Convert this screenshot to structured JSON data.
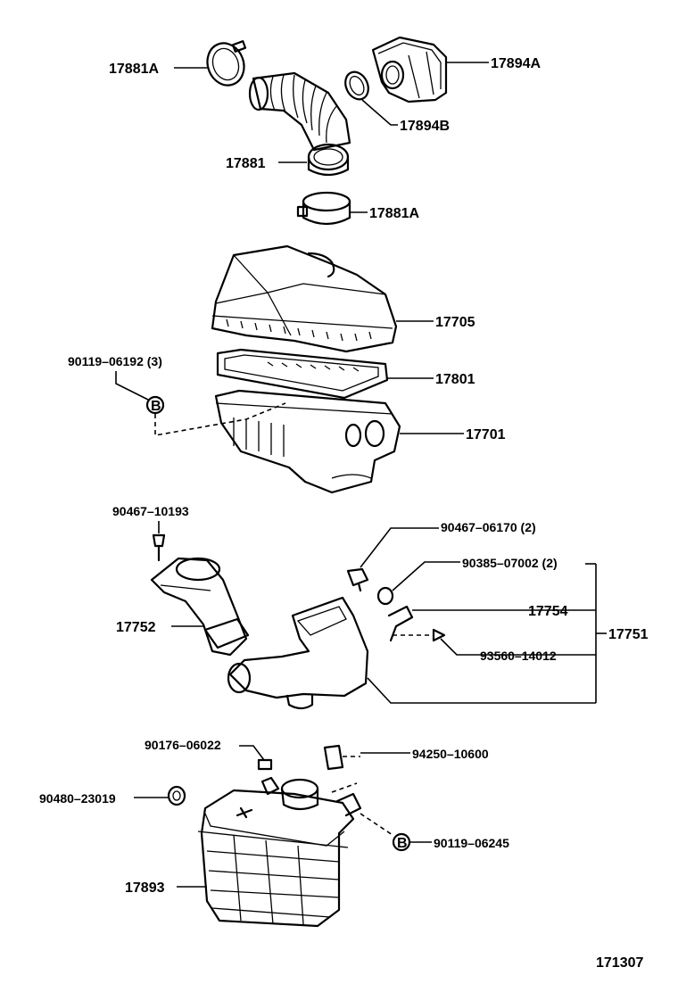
{
  "labels": {
    "p17881A_top": "17881A",
    "p17894A": "17894A",
    "p17894B": "17894B",
    "p17881": "17881",
    "p17881A_bottom": "17881A",
    "p17705": "17705",
    "p90119_06192": "90119–06192 (3)",
    "p17801": "17801",
    "p17701": "17701",
    "p90467_10193": "90467–10193",
    "p90467_06170": "90467–06170 (2)",
    "p90385_07002": "90385–07002 (2)",
    "p17754": "17754",
    "p17752": "17752",
    "p17751": "17751",
    "p93560_14012": "93560–14012",
    "p90176_06022": "90176–06022",
    "p94250_10600": "94250–10600",
    "p90480_23019": "90480–23019",
    "p90119_06245": "90119–06245",
    "p17893": "17893",
    "diagram_id": "171307"
  },
  "markers": {
    "bolt_marker_1": "B",
    "bolt_marker_2": "B"
  }
}
